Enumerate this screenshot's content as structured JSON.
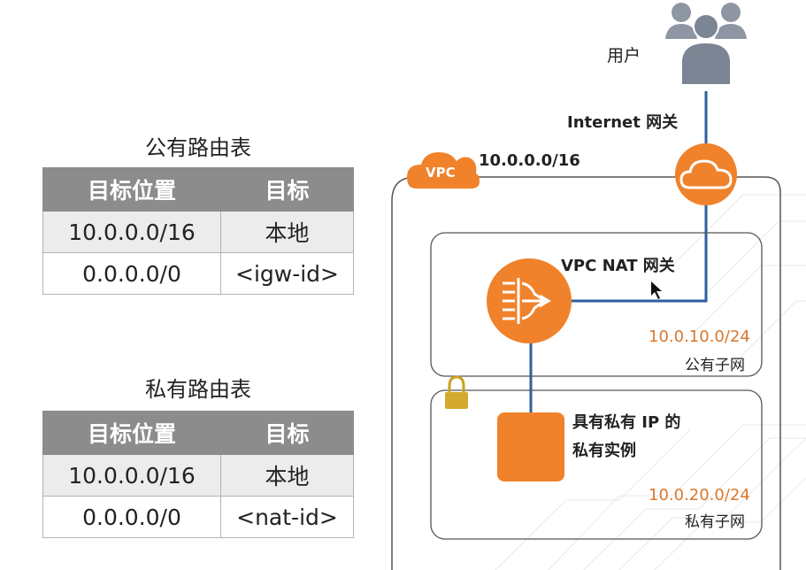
{
  "public_table": {
    "title": "公有路由表",
    "headers": [
      "目标位置",
      "目标"
    ],
    "rows": [
      {
        "destination": "10.0.0.0/16",
        "target": "本地"
      },
      {
        "destination": "0.0.0.0/0",
        "target": "<igw-id>"
      }
    ]
  },
  "private_table": {
    "title": "私有路由表",
    "headers": [
      "目标位置",
      "目标"
    ],
    "rows": [
      {
        "destination": "10.0.0.0/16",
        "target": "本地"
      },
      {
        "destination": "0.0.0.0/0",
        "target": "<nat-id>"
      }
    ]
  },
  "diagram": {
    "users_label": "用户",
    "igw_label": "Internet 网关",
    "vpc_badge": "VPC",
    "vpc_cidr": "10.0.0.0/16",
    "nat_label": "VPC NAT 网关",
    "public_subnet": {
      "cidr": "10.0.10.0/24",
      "name": "公有子网"
    },
    "private_instance_line1": "具有私有 IP 的",
    "private_instance_line2": "私有实例",
    "private_subnet": {
      "cidr": "10.0.20.0/24",
      "name": "私有子网"
    }
  },
  "colors": {
    "aws_orange": "#f0822b",
    "line_blue": "#2f5f9e",
    "table_header": "#8c8c8c",
    "row_shade": "#ececec",
    "cidr_text": "#d9782d"
  }
}
